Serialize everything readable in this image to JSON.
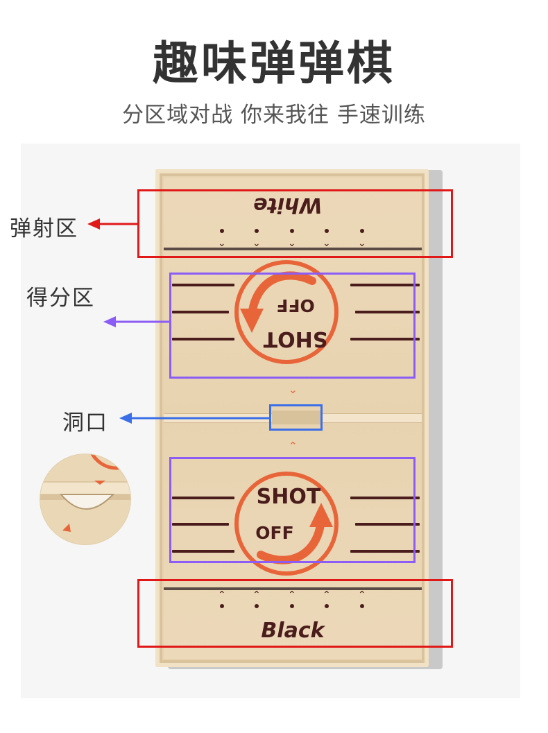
{
  "header": {
    "title": "趣味弹弹棋",
    "subtitle": "分区域对战 你来我往 手速训练"
  },
  "annotations": {
    "launch_zone": "弹射区",
    "score_zone": "得分区",
    "hole": "洞口"
  },
  "board": {
    "top_player": "White",
    "bottom_player": "Black",
    "logo_line1": "SHOT",
    "logo_line2": "OFF"
  },
  "colors": {
    "annotation_red": "#e01818",
    "annotation_purple": "#8b5cf6",
    "annotation_blue": "#3b6fe8",
    "logo_orange": "#e8653a",
    "ink_maroon": "#4a1c1c",
    "wood": "#e8d3b0"
  }
}
